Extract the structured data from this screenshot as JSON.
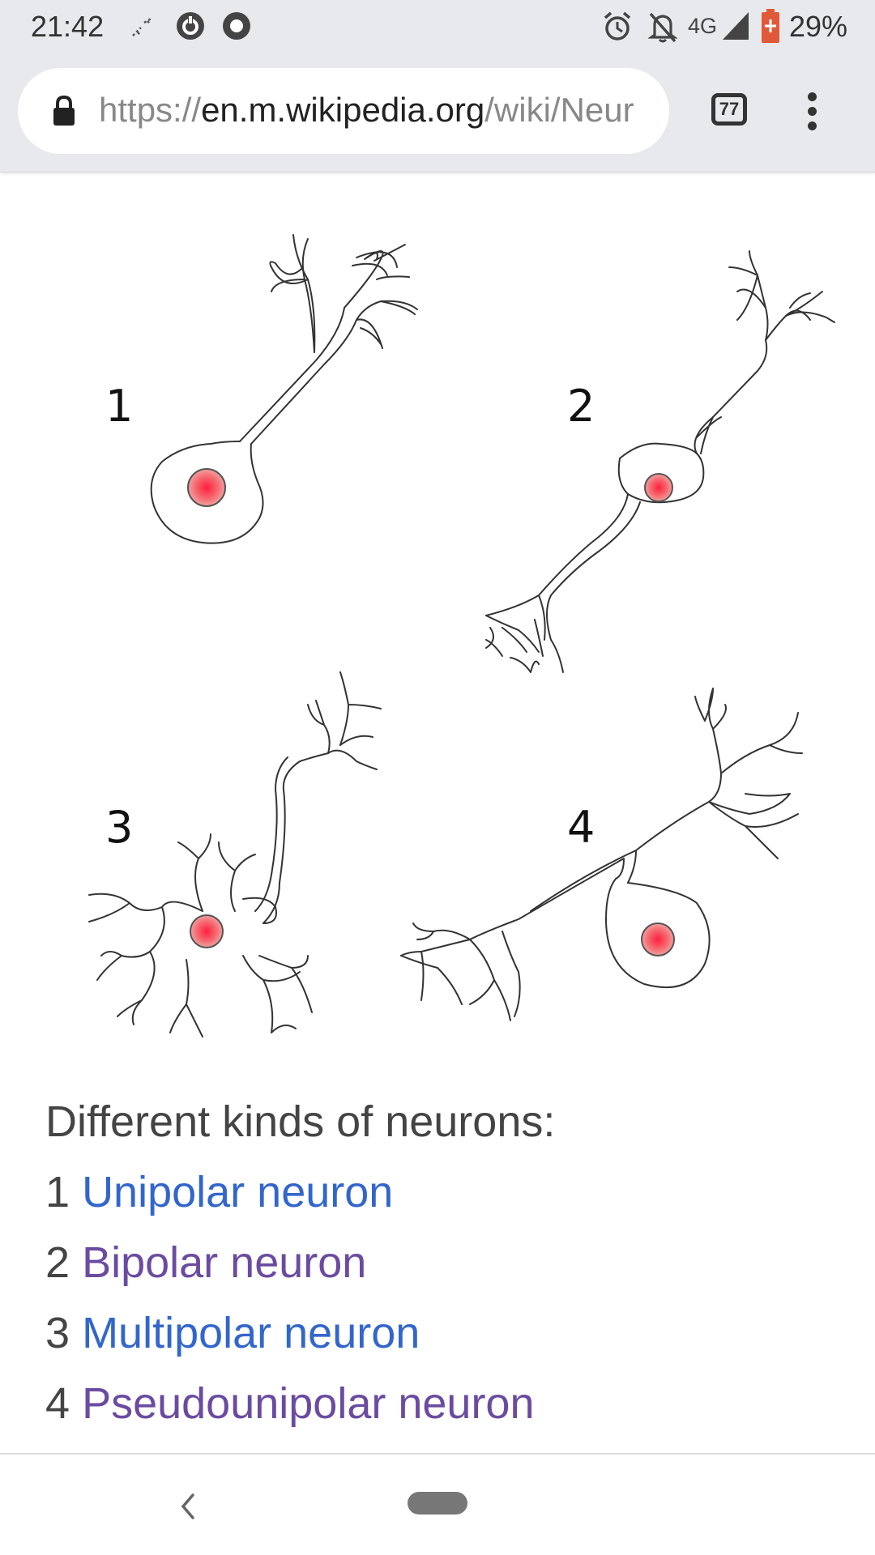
{
  "status_bar": {
    "time": "21:42",
    "network": "4G",
    "battery": "29%"
  },
  "browser": {
    "url_scheme": "https://",
    "url_host": "en.m.wikipedia.org",
    "url_path": "/wiki/Neur",
    "tab_count": "77"
  },
  "figure": {
    "labels": [
      "1",
      "2",
      "3",
      "4"
    ]
  },
  "caption": {
    "heading": "Different kinds of neurons:",
    "items": [
      {
        "num": "1",
        "text": "Unipolar neuron"
      },
      {
        "num": "2",
        "text": "Bipolar neuron"
      },
      {
        "num": "3",
        "text": "Multipolar neuron"
      },
      {
        "num": "4",
        "text": "Pseudounipolar neuron"
      }
    ]
  },
  "colors": {
    "link_unvisited": "#3366cc",
    "link_visited": "#6b4ba1",
    "nucleus": "#e84a5f"
  },
  "icons": [
    "lock-icon",
    "tab-switcher-icon",
    "menu-icon",
    "back-icon",
    "home-pill-icon",
    "alarm-icon",
    "bell-off-icon",
    "signal-icon",
    "battery-icon"
  ]
}
